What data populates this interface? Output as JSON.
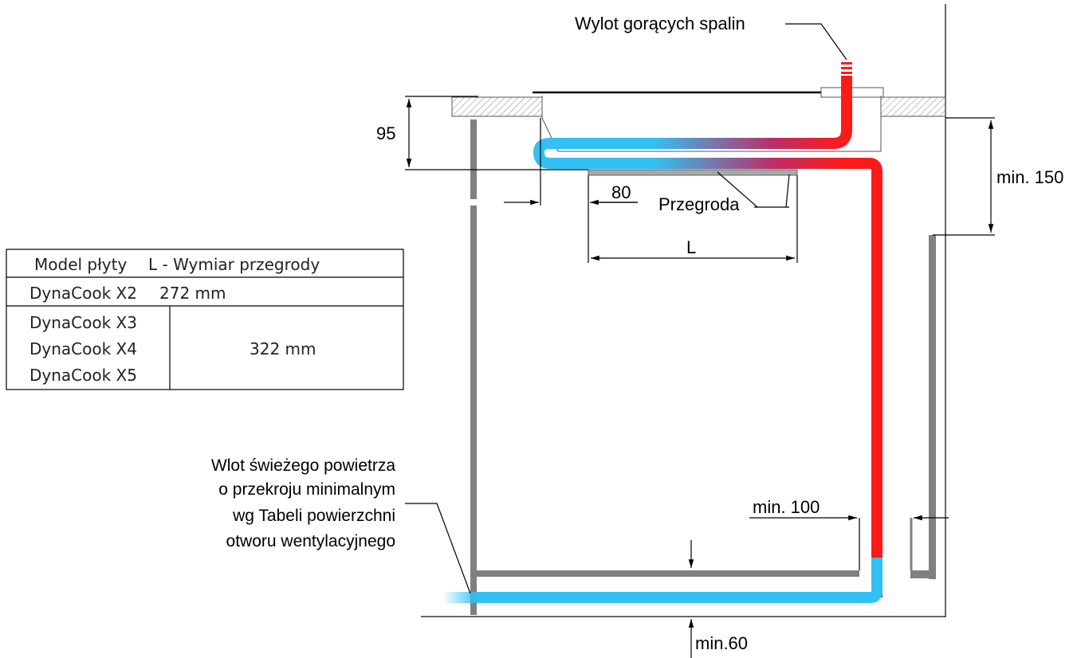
{
  "labels": {
    "exhaust_outlet": "Wylot gorących spalin",
    "partition": "Przegroda",
    "fresh_air_inlet": [
      "Wlot świeżego powietrza",
      "o przekroju minimalnym",
      "wg Tabeli powierzchni",
      "otworu wentylacyjnego"
    ]
  },
  "dimensions": {
    "d95": "95",
    "d80": "80",
    "dL": "L",
    "min150": "min. 150",
    "min100": "min. 100",
    "min60": "min.60"
  },
  "table": {
    "header_col1": "Model płyty",
    "header_col2": "L - Wymiar przegrody",
    "rows": [
      {
        "models": [
          "DynaCook X2"
        ],
        "value": "272 mm"
      },
      {
        "models": [
          "DynaCook X3",
          "DynaCook X4",
          "DynaCook X5"
        ],
        "value": "322 mm"
      }
    ]
  },
  "colors": {
    "cold_air": "#33c0f2",
    "hot_air": "#ff1a1a",
    "wall": "#808080"
  }
}
